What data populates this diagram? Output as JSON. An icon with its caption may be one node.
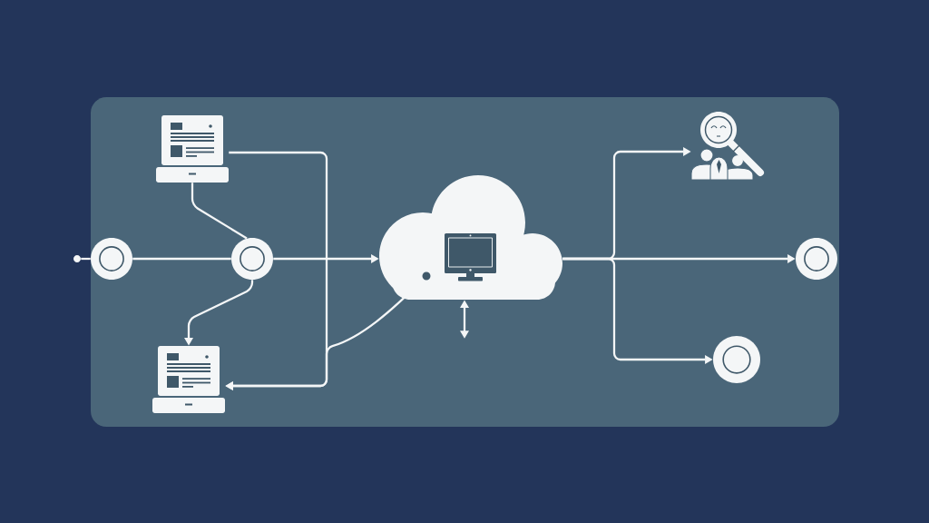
{
  "diagram": {
    "nodes": [
      {
        "text": [],
        "shape": "circle"
      },
      {
        "text": [],
        "shape": "circle"
      },
      {
        "text": [],
        "shape": "picture"
      },
      {
        "text": [],
        "shape": "circle"
      },
      {
        "text": [],
        "shape": "picture"
      },
      {
        "text": [],
        "shape": "cloud"
      },
      {
        "text": [],
        "shape": "circle",
        "in": 5
      },
      {
        "text": [],
        "shape": "person"
      },
      {
        "text": [],
        "shape": "circle"
      },
      {
        "text": [],
        "shape": "circle"
      }
    ],
    "edges": [
      {
        "from": 0,
        "to": 1,
        "arrow": "none"
      },
      {
        "from": 1,
        "to": 3,
        "arrow": "none"
      },
      {
        "from": 3,
        "to": 5,
        "arrow": "to"
      },
      {
        "from": 2,
        "to": 3,
        "arrow": "none"
      },
      {
        "from": 3,
        "to": 4,
        "arrow": "to"
      },
      {
        "from": 2,
        "to": 4,
        "arrow": "to"
      },
      {
        "from": 6,
        "to": 4,
        "arrow": "to"
      },
      {
        "from": 5,
        "to": null,
        "arrow": "both"
      },
      {
        "from": 5,
        "to": 7,
        "arrow": "to"
      },
      {
        "from": 5,
        "to": 8,
        "arrow": "to"
      },
      {
        "from": 5,
        "to": 9,
        "arrow": "to"
      }
    ]
  }
}
